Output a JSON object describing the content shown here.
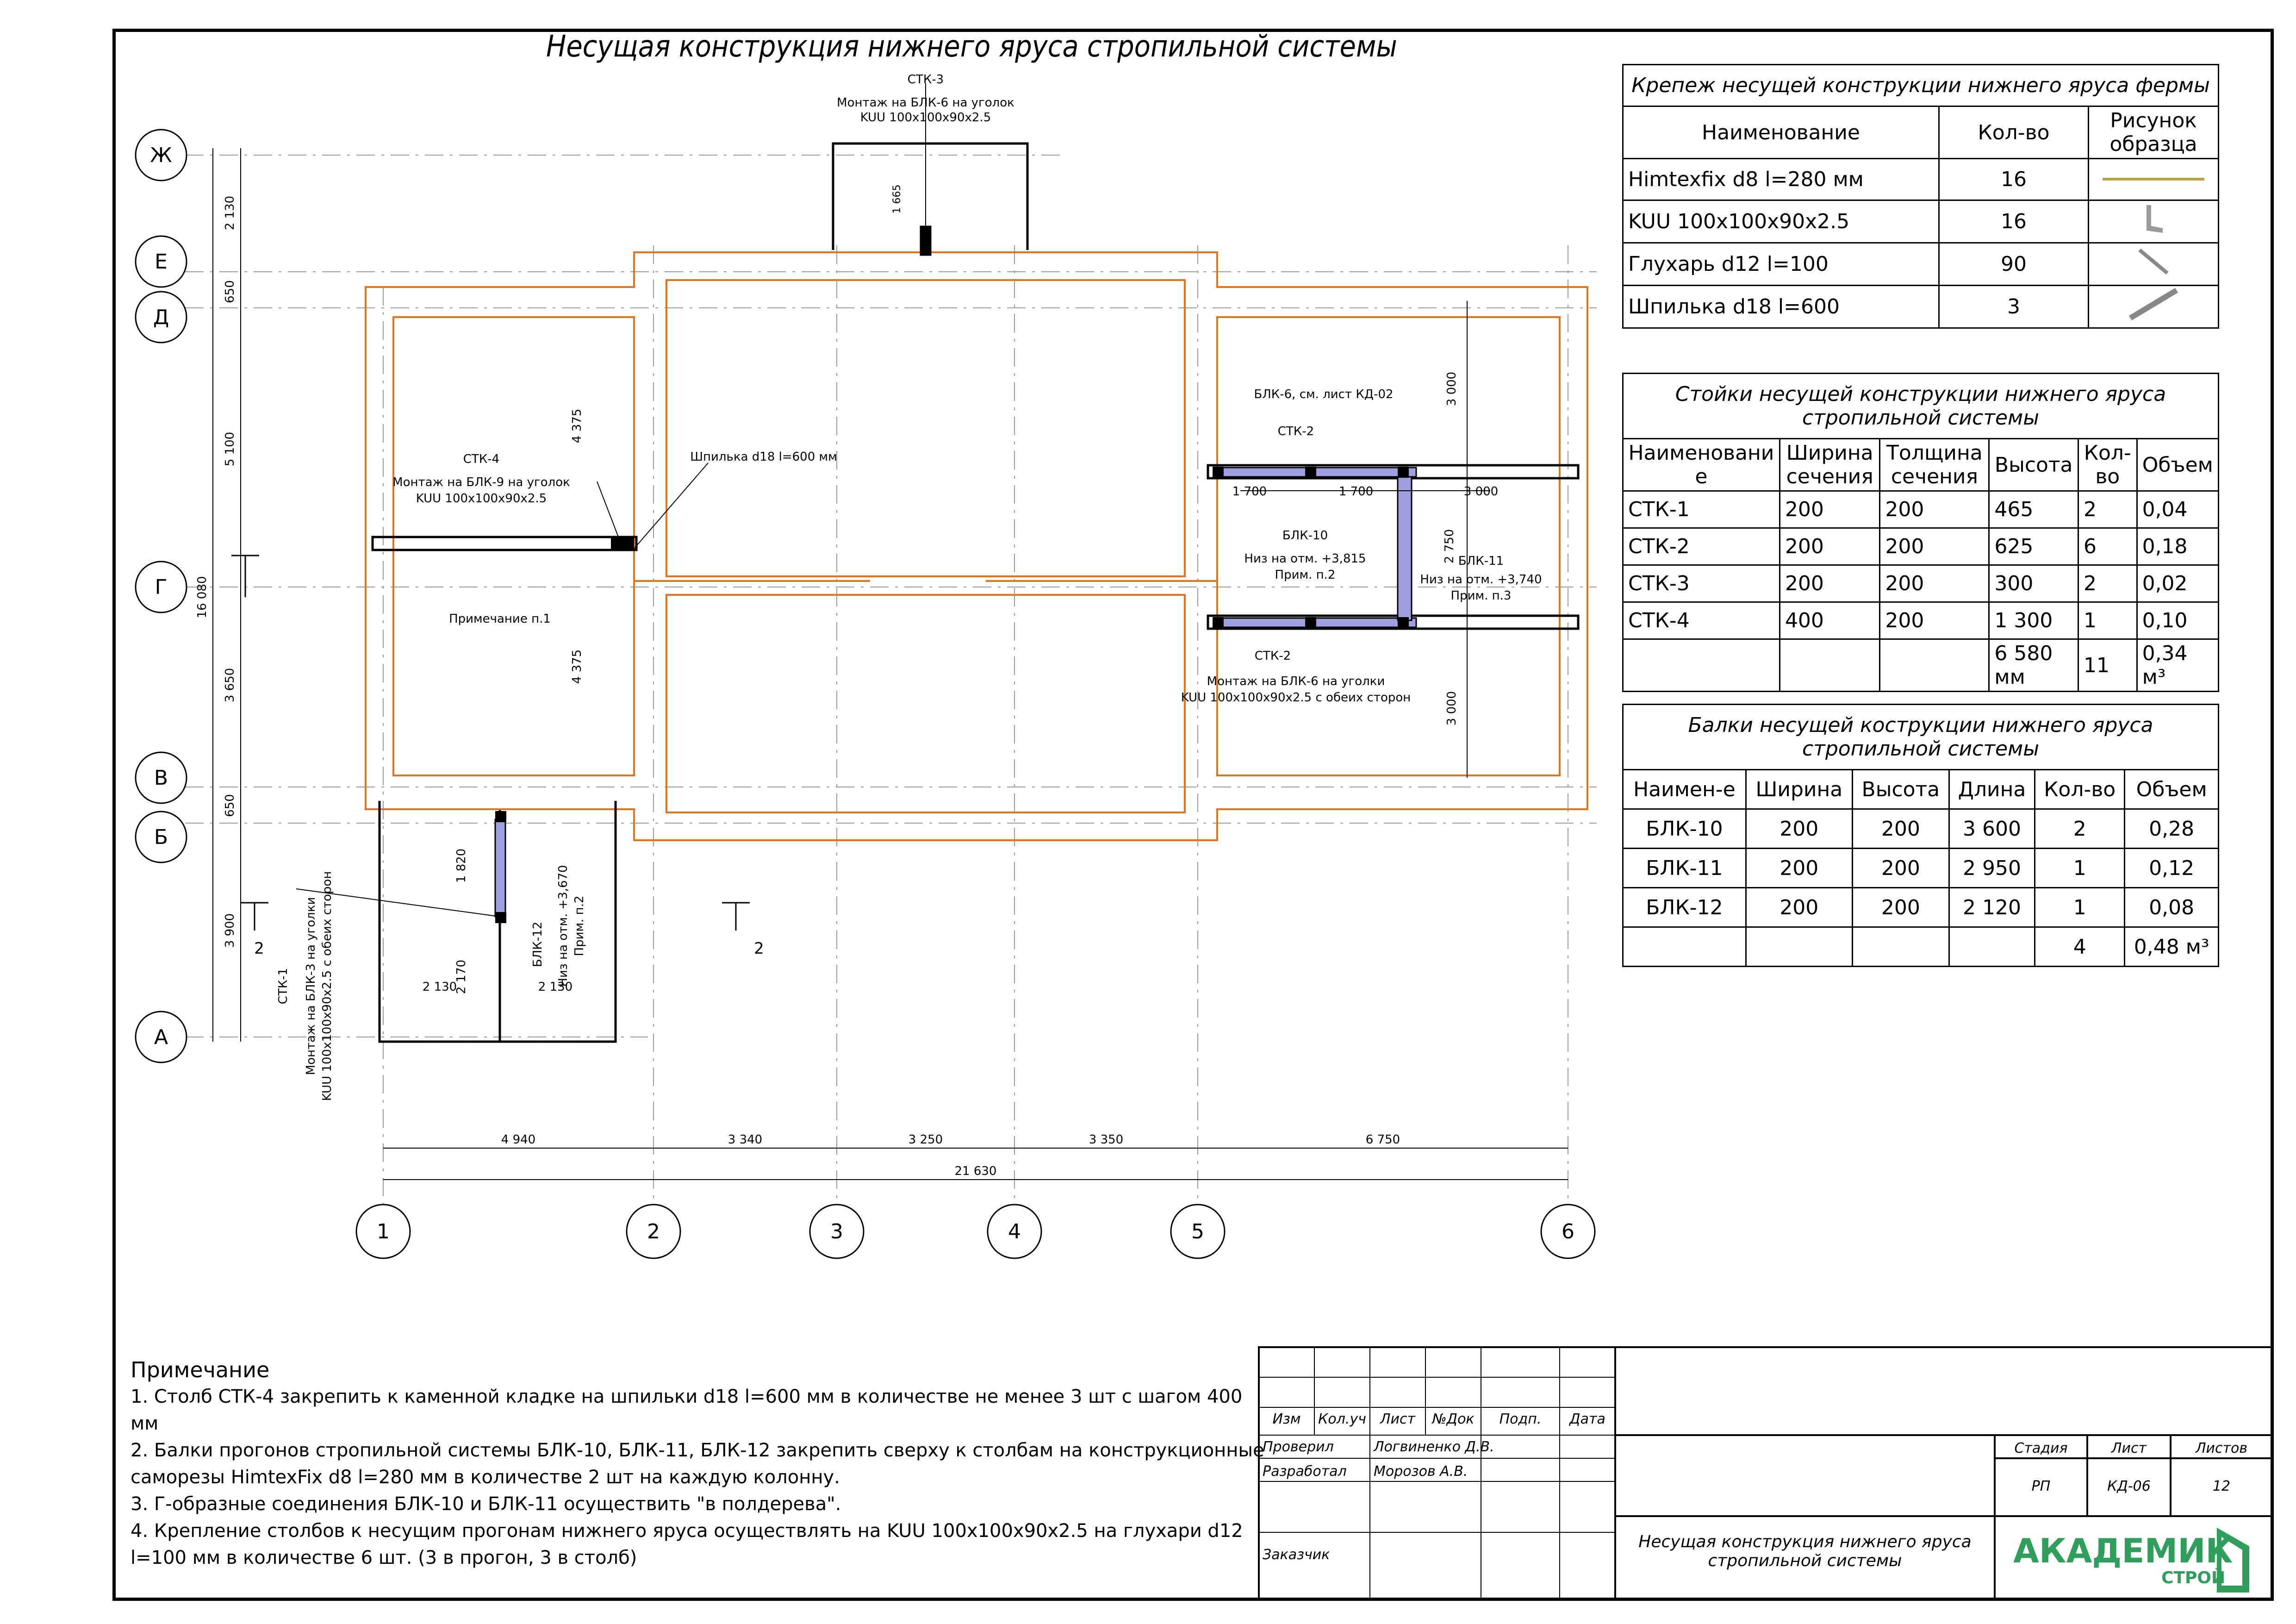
{
  "title": "Несущая конструкция нижнего яруса стропильной системы",
  "axes_letters": [
    "Ж",
    "Е",
    "Д",
    "Г",
    "В",
    "Б",
    "А"
  ],
  "axes_numbers": [
    "1",
    "2",
    "3",
    "4",
    "5",
    "6"
  ],
  "vertical_dims": [
    "2 130",
    "650",
    "5 100",
    "16 080",
    "3 650",
    "650",
    "3 900"
  ],
  "horizontal_dims": [
    "4 940",
    "3 340",
    "3 250",
    "3 350",
    "6 750"
  ],
  "total_dim": "21 630",
  "callouts": {
    "stk3_title": "СТК-3",
    "stk3_l1": "Монтаж на БЛК-6 на уголок",
    "stk3_l2": "KUU 100х100х90х2.5",
    "stk3_dim": "1 665",
    "stk4_title": "СТК-4",
    "stk4_l1": "Монтаж на БЛК-9 на уголок",
    "stk4_l2": "KUU 100х100х90х2.5",
    "stk4_dim_top": "4 375",
    "stk4_dim_bot": "4 375",
    "note1": "Примечание п.1",
    "stud": "Шпилька d18 l=600 мм",
    "blk6": "БЛК-6, см. лист КД-02",
    "stk2_top": "СТК-2",
    "d1700a": "1 700",
    "d1700b": "1 700",
    "d3000r": "3 000",
    "d3000t": "3 000",
    "d3000b": "3 000",
    "blk10_t": "БЛК-10",
    "blk10_l1": "Низ на отм. +3,815",
    "blk10_l2": "Прим. п.2",
    "blk11_t": "БЛК-11",
    "blk11_l1": "Низ на отм. +3,740",
    "blk11_l2": "Прим. п.3",
    "d2750": "2 750",
    "stk2_bot": "СТК-2",
    "stk2b_l1": "Монтаж на БЛК-6 на уголки",
    "stk2b_l2": "KUU 100х100х90х2.5 с обеих сторон",
    "stk1_t": "СТК-1",
    "stk1_l1": "Монтаж на БЛК-3 на уголки",
    "stk1_l2": "KUU 100х100х90х2.5 с обеих сторон",
    "blk12_t": "БЛК-12",
    "blk12_l1": "Низ на отм. +3,670",
    "blk12_l2": "Прим. п.2",
    "d1820": "1 820",
    "d2170": "2 170",
    "d2130a": "2 130",
    "d2130b": "2 130",
    "sec2a": "2",
    "sec2b": "2"
  },
  "table1": {
    "caption": "Крепеж несущей конструкции нижнего яруса фермы",
    "headers": [
      "Наименование",
      "Кол-во",
      "Рисунок образца"
    ],
    "rows": [
      {
        "name": "Himtexfix d8 l=280 мм",
        "qty": "16",
        "icon": "screw-icon"
      },
      {
        "name": "KUU 100х100х90х2.5",
        "qty": "16",
        "icon": "angle-bracket-icon"
      },
      {
        "name": "Глухарь d12 l=100",
        "qty": "90",
        "icon": "lag-screw-icon"
      },
      {
        "name": "Шпилька d18 l=600",
        "qty": "3",
        "icon": "threaded-rod-icon"
      }
    ]
  },
  "table2": {
    "caption": "Стойки несущей конструкции нижнего яруса стропильной системы",
    "headers": [
      "Наименовани е",
      "Ширина сечения",
      "Толщина сечения",
      "Высота",
      "Кол-во",
      "Объем"
    ],
    "rows": [
      [
        "СТК-1",
        "200",
        "200",
        "465",
        "2",
        "0,04"
      ],
      [
        "СТК-2",
        "200",
        "200",
        "625",
        "6",
        "0,18"
      ],
      [
        "СТК-3",
        "200",
        "200",
        "300",
        "2",
        "0,02"
      ],
      [
        "СТК-4",
        "400",
        "200",
        "1 300",
        "1",
        "0,10"
      ],
      [
        "",
        "",
        "",
        "6 580 мм",
        "11",
        "0,34 м³"
      ]
    ]
  },
  "table3": {
    "caption": "Балки несущей кострукции нижнего яруса стропильной системы",
    "headers": [
      "Наимен-е",
      "Ширина",
      "Высота",
      "Длина",
      "Кол-во",
      "Объем"
    ],
    "rows": [
      [
        "БЛК-10",
        "200",
        "200",
        "3 600",
        "2",
        "0,28"
      ],
      [
        "БЛК-11",
        "200",
        "200",
        "2 950",
        "1",
        "0,12"
      ],
      [
        "БЛК-12",
        "200",
        "200",
        "2 120",
        "1",
        "0,08"
      ],
      [
        "",
        "",
        "",
        "",
        "4",
        "0,48 м³"
      ]
    ]
  },
  "notes": {
    "heading": "Примечание",
    "n1": "1. Столб СТК-4 закрепить к каменной кладке на шпильки d18 l=600 мм в количестве не менее 3 шт с шагом 400 мм",
    "n2": "2. Балки прогонов стропильной системы БЛК-10, БЛК-11, БЛК-12 закрепить сверху к столбам на конструкционные саморезы HimtexFix d8 l=280 мм в количестве 2 шт на каждую колонну.",
    "n3": "3. Г-образные соединения  БЛК-10 и БЛК-11 осуществить \"в полдерева\".",
    "n4": "4. Крепление столбов к несущим прогонам нижнего яруса осуществлять на KUU 100х100х90х2.5 на глухари d12 l=100 мм в количестве 6 шт. (3 в прогон, 3 в столб)"
  },
  "stamp": {
    "cols": [
      "Изм",
      "Кол.уч",
      "Лист",
      "№Док",
      "Подп.",
      "Дата"
    ],
    "checked_label": "Проверил",
    "checked_name": "Логвиненко Д.В.",
    "dev_label": "Разработал",
    "dev_name": "Морозов А.В.",
    "customer_label": "Заказчик",
    "stage_h": "Стадия",
    "sheet_h": "Лист",
    "sheets_h": "Листов",
    "stage": "РП",
    "sheet": "КД-06",
    "sheets": "12",
    "doc_title": "Несущая конструкция нижнего яруса стропильной системы",
    "logo_main": "АКАДЕМИК",
    "logo_sub": "СТРОЙ"
  },
  "colors": {
    "wall": "#e8731e",
    "beam": "#9fa0e0",
    "line": "#000000"
  }
}
